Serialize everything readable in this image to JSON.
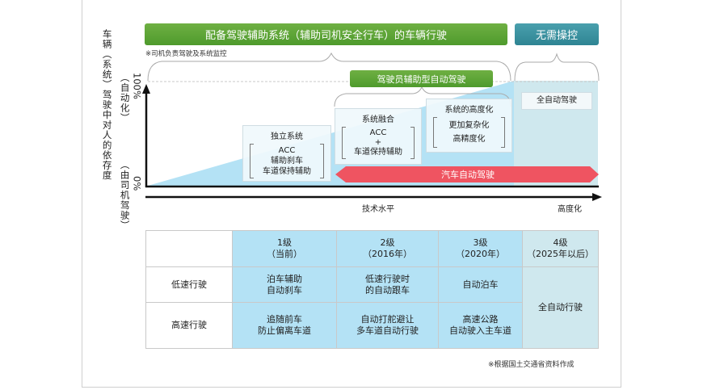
{
  "header": {
    "assist_banner": "配备驾驶辅助系统（辅助司机安全行车）的车辆行驶",
    "nocontrol_banner": "无需操控",
    "assist_note": "※司机负责驾驶及系统监控",
    "driver_assist_banner": "驾驶员辅助型自动驾驶"
  },
  "y_axis": {
    "title": "车辆（系统）驾驶中对人的依存度",
    "top_label": "（自动化）",
    "top_value": "100%",
    "bottom_label": "（由司机驾驶）",
    "bottom_value": "0%"
  },
  "x_axis": {
    "title": "技术水平",
    "end_label": "高度化"
  },
  "stages": [
    {
      "title": "独立系统",
      "items": [
        "ACC",
        "辅助刹车",
        "车道保持辅助"
      ]
    },
    {
      "title": "系统融合",
      "items": [
        "ACC",
        "+",
        "车道保持辅助"
      ]
    },
    {
      "title": "系统的高度化",
      "items": [
        "更加复杂化",
        "高精度化"
      ]
    }
  ],
  "full_auto_label": "全自动驾驶",
  "auto_driving_arrow": "汽车自动驾驶",
  "colors": {
    "green_banner": "#5aa235",
    "teal_banner": "#3a909e",
    "light_blue": "#b4e2f5",
    "level4_fill": "#cfe8ee",
    "red_arrow": "#ef5461"
  },
  "table": {
    "header": [
      "",
      "1级\n（当前）",
      "2级\n（2016年）",
      "3级\n（2020年）",
      "4级\n（2025年以后）"
    ],
    "rows": [
      {
        "label": "低速行驶",
        "cells": [
          "泊车辅助\n自动刹车",
          "低速行驶时\n的自动跟车",
          "自动泊车"
        ]
      },
      {
        "label": "高速行驶",
        "cells": [
          "追随前车\n防止偏离车道",
          "自动打舵避让\n多车道自动行驶",
          "高速公路\n自动驶入主车道"
        ]
      }
    ],
    "level4_cell": "全自动行驶"
  },
  "source_note": "※根据国土交通省资料作成"
}
